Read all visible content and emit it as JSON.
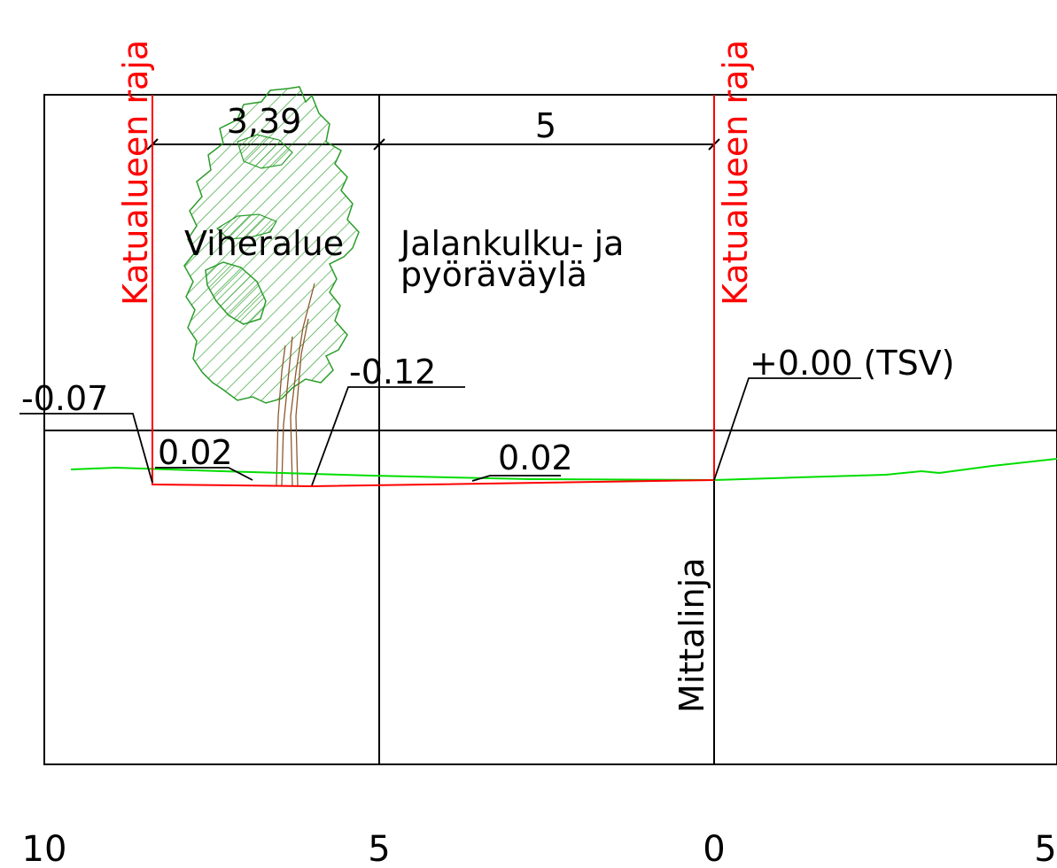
{
  "labels": {
    "boundary_left": "Katualueen raja",
    "boundary_right": "Katualueen raja",
    "dim_green": "3,39",
    "dim_path": "5",
    "green_area": "Viheralue",
    "path_line1": "Jalankulku- ja",
    "path_line2": "pyöräväylä",
    "elev_left": "-0.07",
    "elev_mid": "-0.12",
    "elev_ref": "+0.00 (TSV)",
    "slope_left": "0.02",
    "slope_right": "0.02",
    "centerline": "Mittalinja"
  },
  "axis_ticks": [
    "10",
    "5",
    "0",
    "5"
  ],
  "colors": {
    "boundary": "#ff0000",
    "terrain": "#00dd00",
    "tree_canopy": "#2a9d2a",
    "tree_trunk": "#8b5a2b",
    "grid": "#000000"
  },
  "icons": {
    "tree": "tree-icon"
  }
}
